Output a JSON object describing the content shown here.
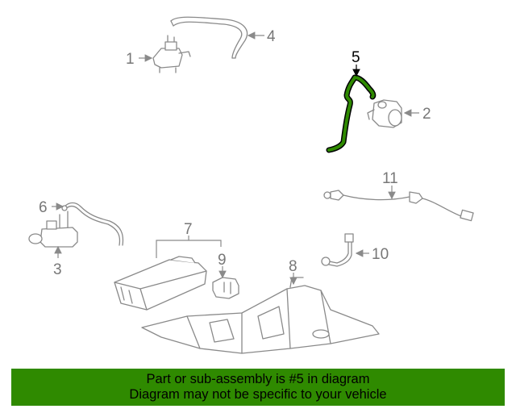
{
  "callouts": {
    "c1": "1",
    "c2": "2",
    "c3": "3",
    "c4": "4",
    "c5": "5",
    "c6": "6",
    "c7": "7",
    "c8": "8",
    "c9": "9",
    "c10": "10",
    "c11": "11"
  },
  "highlight": {
    "part_number": "5",
    "color": "#2f8a00"
  },
  "banner": {
    "line1": "Part or sub-assembly is #5 in diagram",
    "line2": "Diagram may not be specific to your vehicle",
    "background": "#2f8a00"
  }
}
